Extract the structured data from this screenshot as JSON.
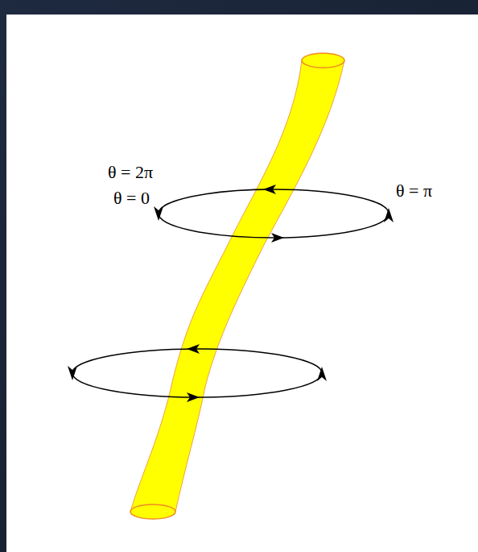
{
  "diagram": {
    "labels": [
      "θ = 2π",
      "θ = 0",
      "θ = π"
    ]
  }
}
